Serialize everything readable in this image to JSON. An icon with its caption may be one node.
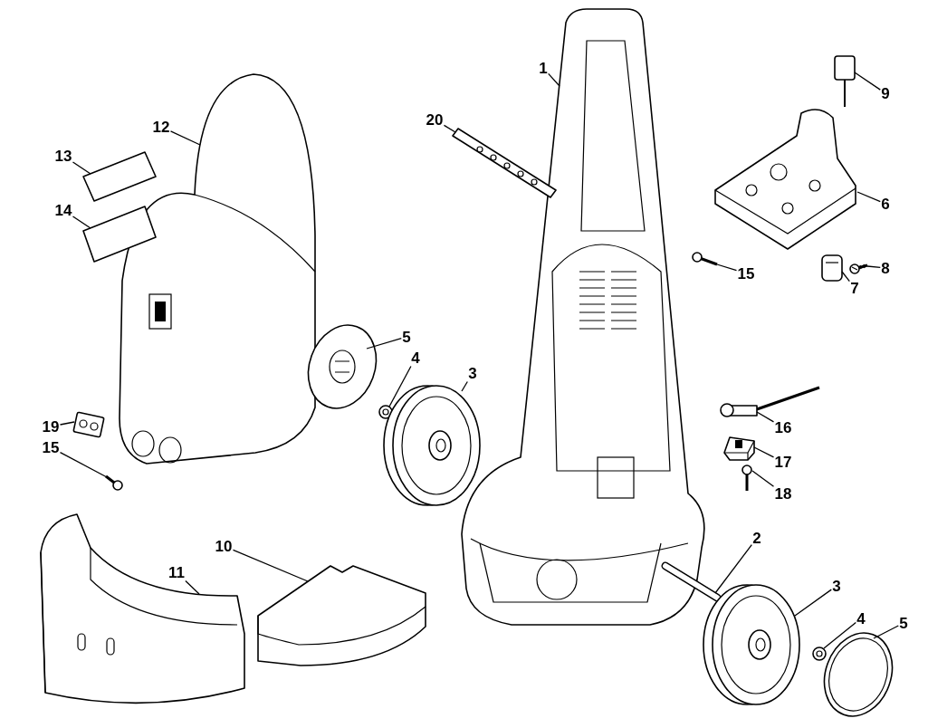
{
  "diagram": {
    "nodes": [
      {
        "text": [
          "1"
        ]
      },
      {
        "text": [],
        "shape": "picture"
      },
      {
        "text": [
          "9"
        ]
      },
      {
        "text": [],
        "shape": "picture"
      },
      {
        "text": [
          "12"
        ]
      },
      {
        "text": [],
        "shape": "picture"
      },
      {
        "text": [
          "20"
        ]
      },
      {
        "text": [],
        "shape": "picture"
      },
      {
        "text": [
          "13"
        ]
      },
      {
        "text": [],
        "shape": "picture"
      },
      {
        "text": [
          "14"
        ]
      },
      {
        "text": [],
        "shape": "picture"
      },
      {
        "text": [
          "6"
        ]
      },
      {
        "text": [],
        "shape": "picture"
      },
      {
        "text": [
          "15"
        ]
      },
      {
        "text": [],
        "shape": "picture"
      },
      {
        "text": [
          "8"
        ]
      },
      {
        "text": [],
        "shape": "picture"
      },
      {
        "text": [
          "7"
        ]
      },
      {
        "text": [],
        "shape": "picture"
      },
      {
        "text": [
          "5"
        ]
      },
      {
        "text": [],
        "shape": "picture"
      },
      {
        "text": [
          "4"
        ]
      },
      {
        "text": [],
        "shape": "picture"
      },
      {
        "text": [
          "3"
        ]
      },
      {
        "text": [],
        "shape": "picture"
      },
      {
        "text": [
          "19"
        ]
      },
      {
        "text": [],
        "shape": "picture"
      },
      {
        "text": [
          "16"
        ]
      },
      {
        "text": [],
        "shape": "picture"
      },
      {
        "text": [
          "15"
        ]
      },
      {
        "text": [],
        "shape": "picture"
      },
      {
        "text": [
          "17"
        ]
      },
      {
        "text": [],
        "shape": "picture"
      },
      {
        "text": [
          "18"
        ]
      },
      {
        "text": [],
        "shape": "picture"
      },
      {
        "text": [
          "2"
        ]
      },
      {
        "text": [],
        "shape": "picture"
      },
      {
        "text": [
          "3"
        ]
      },
      {
        "text": [],
        "shape": "picture"
      },
      {
        "text": [
          "10"
        ]
      },
      {
        "text": [],
        "shape": "picture"
      },
      {
        "text": [
          "11"
        ]
      },
      {
        "text": [],
        "shape": "picture"
      },
      {
        "text": [
          "4"
        ]
      },
      {
        "text": [],
        "shape": "picture"
      },
      {
        "text": [
          "5"
        ]
      },
      {
        "text": [],
        "shape": "picture"
      }
    ],
    "edges": [
      {
        "from": 0,
        "to": 1,
        "arrow": "none"
      },
      {
        "from": 2,
        "to": 3,
        "arrow": "none"
      },
      {
        "from": 4,
        "to": 5,
        "arrow": "none"
      },
      {
        "from": 6,
        "to": 7,
        "arrow": "none"
      },
      {
        "from": 8,
        "to": 9,
        "arrow": "none"
      },
      {
        "from": 10,
        "to": 11,
        "arrow": "none"
      },
      {
        "from": 12,
        "to": 13,
        "arrow": "none"
      },
      {
        "from": 14,
        "to": 15,
        "arrow": "none"
      },
      {
        "from": 16,
        "to": 17,
        "arrow": "none"
      },
      {
        "from": 18,
        "to": 19,
        "arrow": "none"
      },
      {
        "from": 20,
        "to": 21,
        "arrow": "none"
      },
      {
        "from": 22,
        "to": 23,
        "arrow": "none"
      },
      {
        "from": 24,
        "to": 25,
        "arrow": "none"
      },
      {
        "from": 26,
        "to": 27,
        "arrow": "none"
      },
      {
        "from": 28,
        "to": 29,
        "arrow": "none"
      },
      {
        "from": 30,
        "to": 31,
        "arrow": "none"
      },
      {
        "from": 32,
        "to": 33,
        "arrow": "none"
      },
      {
        "from": 34,
        "to": 35,
        "arrow": "none"
      },
      {
        "from": 36,
        "to": 37,
        "arrow": "none"
      },
      {
        "from": 38,
        "to": 39,
        "arrow": "none"
      },
      {
        "from": 40,
        "to": 41,
        "arrow": "none"
      },
      {
        "from": 42,
        "to": 43,
        "arrow": "none"
      },
      {
        "from": 44,
        "to": 45,
        "arrow": "none"
      },
      {
        "from": 46,
        "to": 47,
        "arrow": "none"
      }
    ]
  }
}
